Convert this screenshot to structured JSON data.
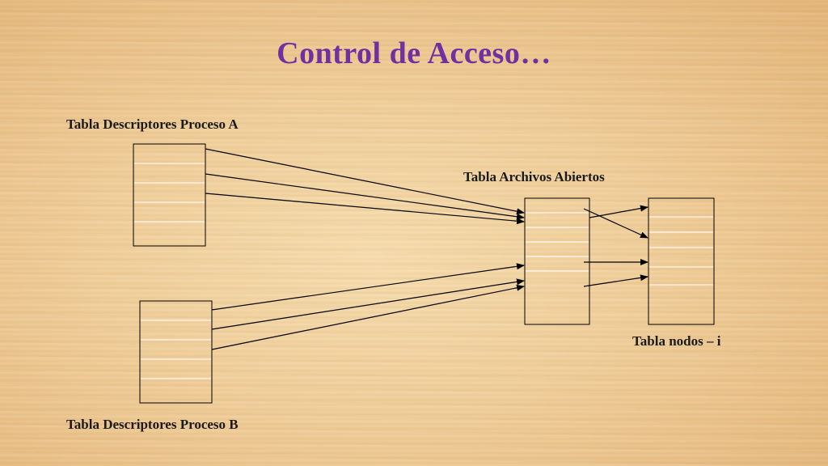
{
  "slide": {
    "title": "Control de Acceso…"
  },
  "labels": {
    "process_a": "Tabla Descriptores Proceso A",
    "open_files": "Tabla Archivos Abiertos",
    "inodes": "Tabla nodos – i",
    "process_b": "Tabla Descriptores Proceso B"
  },
  "colors": {
    "title": "#7030a0",
    "text": "#1a1a1a",
    "lines": "#000000",
    "row_separator": "#ffffff"
  }
}
